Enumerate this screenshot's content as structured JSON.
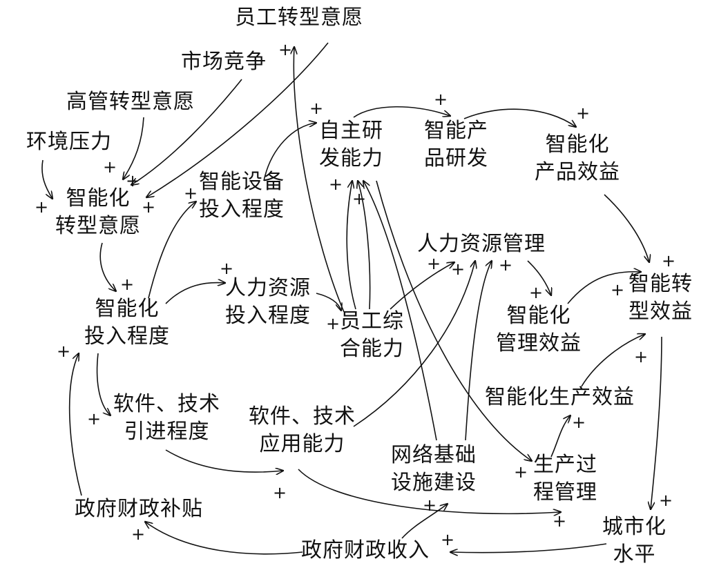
{
  "nodes": {
    "employee_will": [
      "员工转型意愿"
    ],
    "market": [
      "市场竞争"
    ],
    "exec_will": [
      "高管转型意愿"
    ],
    "env_pressure": [
      "环境压力"
    ],
    "intel_will": [
      "智能化",
      "转型意愿"
    ],
    "device_invest": [
      "智能设备",
      "投入程度"
    ],
    "rd_ability": [
      "自主研",
      "发能力"
    ],
    "smart_product_rd": [
      "智能产",
      "品研发"
    ],
    "product_benefit": [
      "智能化",
      "产品效益"
    ],
    "intel_invest": [
      "智能化",
      "投入程度"
    ],
    "hr_invest": [
      "人力资源",
      "投入程度"
    ],
    "staff_ability": [
      "员工综",
      "合能力"
    ],
    "hr_mgmt": [
      "人力资源管理"
    ],
    "mgmt_benefit": [
      "智能化",
      "管理效益"
    ],
    "transform_benefit": [
      "智能转",
      "型效益"
    ],
    "software_intro": [
      "软件、技术",
      "引进程度"
    ],
    "software_apply": [
      "软件、技术",
      "应用能力"
    ],
    "network": [
      "网络基础",
      "设施建设"
    ],
    "prod_benefit": [
      "智能化生产效益"
    ],
    "prod_process": [
      "生产过",
      "程管理"
    ],
    "subsidy": [
      "政府财政补贴"
    ],
    "revenue": [
      "政府财政收入"
    ],
    "urbanization": [
      "城市化",
      "水平"
    ]
  },
  "polarity": "+"
}
